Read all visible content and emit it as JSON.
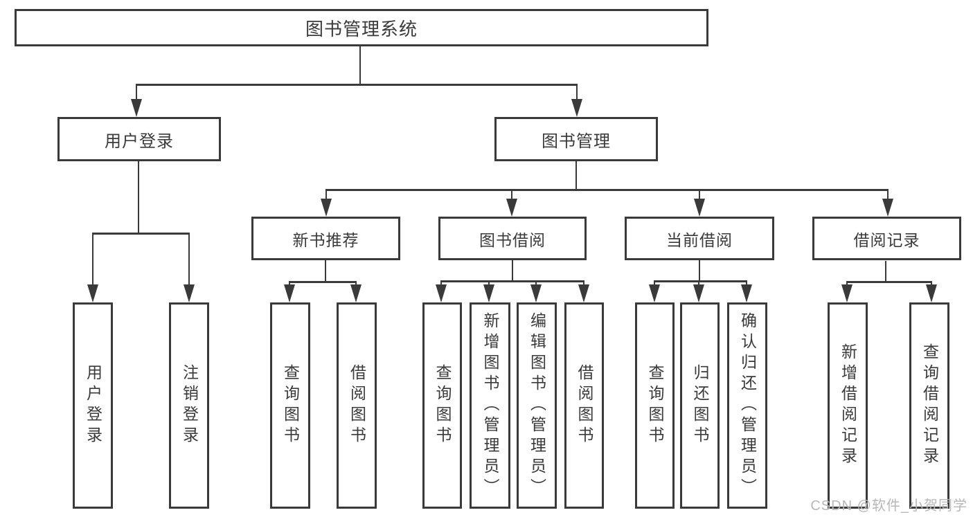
{
  "tree": {
    "label": "图书管理系统",
    "children": [
      {
        "label": "用户登录",
        "children": [
          {
            "label": "用户登录"
          },
          {
            "label": "注销登录"
          }
        ]
      },
      {
        "label": "图书管理",
        "children": [
          {
            "label": "新书推荐",
            "children": [
              {
                "label": "查询图书"
              },
              {
                "label": "借阅图书"
              }
            ]
          },
          {
            "label": "图书借阅",
            "children": [
              {
                "label": "查询图书"
              },
              {
                "label": "新增图书（管理员）"
              },
              {
                "label": "编辑图书（管理员）"
              },
              {
                "label": "借阅图书"
              }
            ]
          },
          {
            "label": "当前借阅",
            "children": [
              {
                "label": "查询图书"
              },
              {
                "label": "归还图书"
              },
              {
                "label": "确认归还（管理员）"
              }
            ]
          },
          {
            "label": "借阅记录",
            "children": [
              {
                "label": "新增借阅记录"
              },
              {
                "label": "查询借阅记录"
              }
            ]
          }
        ]
      }
    ]
  },
  "watermark": {
    "text": "CSDN @软件_小贺同学"
  },
  "colors": {
    "line": "#3a3a3a",
    "text": "#3a3a3a",
    "box_background": "#ffffff",
    "page_background": "#ffffff",
    "watermark": "#b7b7b7"
  }
}
